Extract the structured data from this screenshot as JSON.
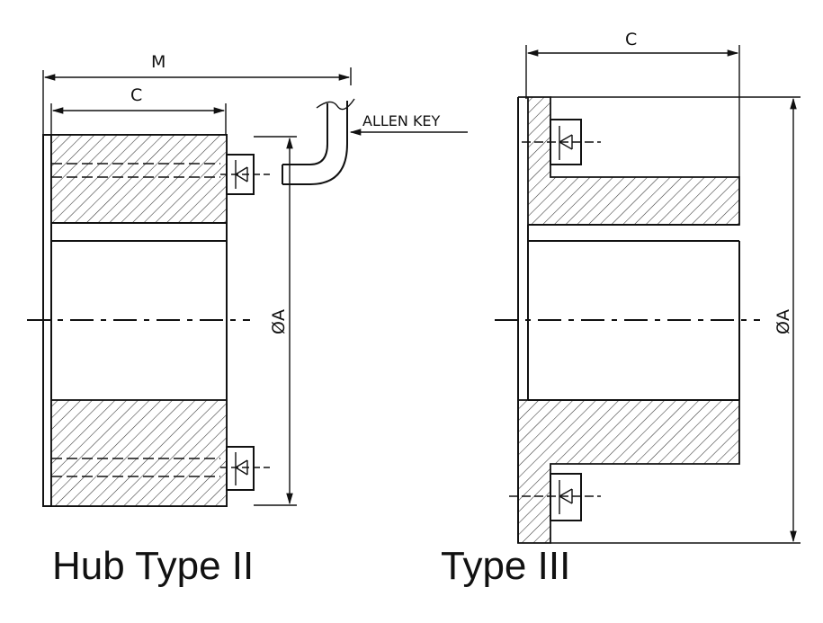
{
  "left_drawing": {
    "dim_overall": "M",
    "dim_hub": "C",
    "dim_diameter": "ØA",
    "callout": "ALLEN KEY",
    "caption": "Hub Type II"
  },
  "right_drawing": {
    "dim_hub": "C",
    "dim_diameter": "ØA",
    "caption": "Type III"
  }
}
